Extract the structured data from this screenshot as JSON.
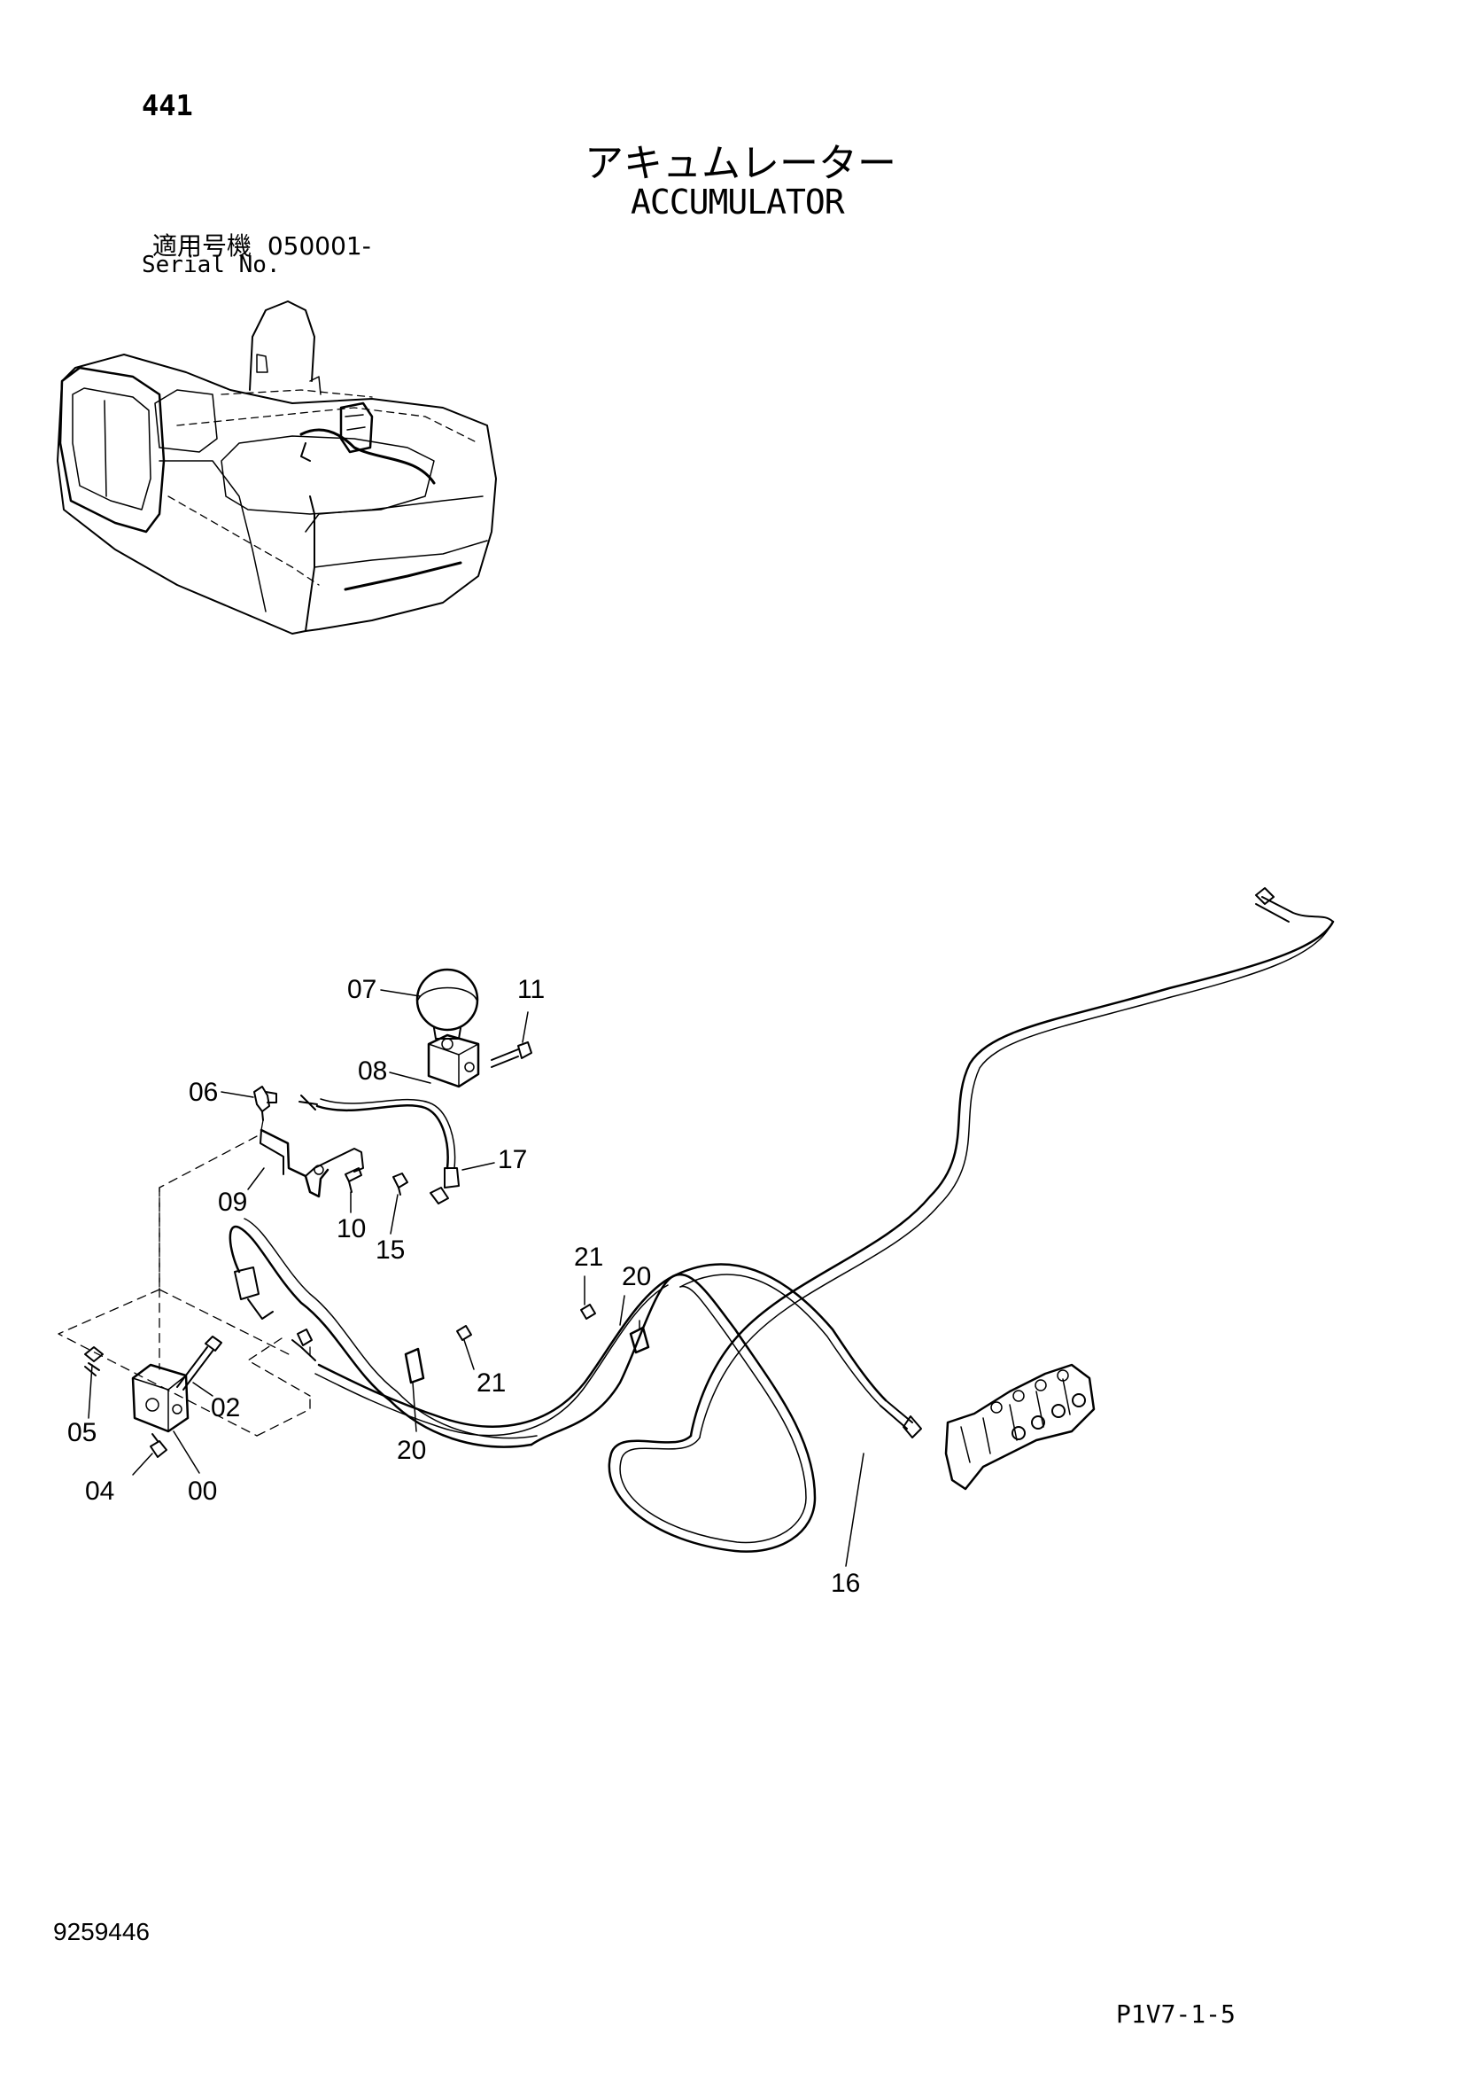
{
  "header": {
    "page_number": "441",
    "title_jp": "アキュムレーター",
    "title_en": "ACCUMULATOR",
    "serial_label_jp": "適用号機",
    "serial_value": "050001-",
    "serial_label_en": "Serial No."
  },
  "footer": {
    "drawing_number": "9259446",
    "page_code": "P1V7-1-5"
  },
  "callouts": {
    "c00": "00",
    "c02": "02",
    "c04": "04",
    "c05": "05",
    "c06": "06",
    "c07": "07",
    "c08": "08",
    "c09": "09",
    "c10": "10",
    "c11": "11",
    "c15": "15",
    "c16": "16",
    "c17": "17",
    "c20a": "20",
    "c20b": "20",
    "c21a": "21",
    "c21b": "21"
  }
}
